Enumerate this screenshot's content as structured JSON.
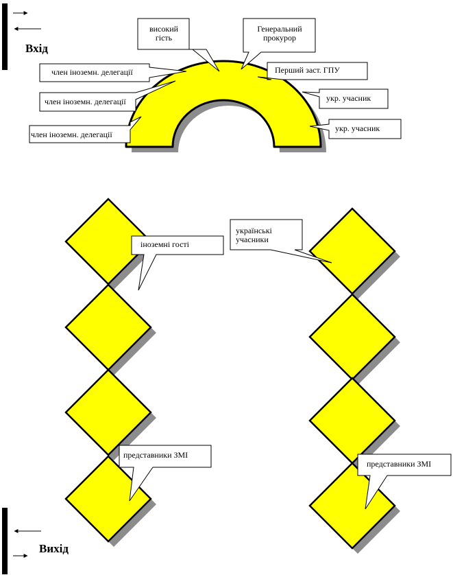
{
  "entrance": {
    "label": "Вхід"
  },
  "exit": {
    "label": "Вихід"
  },
  "callouts": {
    "high_guest": "високий гість",
    "prosecutor_general": "Генеральний прокурор",
    "first_deputy": "Перший заст. ГПУ",
    "foreign_delegate_1": "член іноземн. делегації",
    "foreign_delegate_2": "член іноземн. делегації",
    "foreign_delegate_3": "член іноземн. делегації",
    "ukr_participant_1": "укр. учасник",
    "ukr_participant_2": "укр. учасник",
    "foreign_guests": "іноземні гості",
    "ukrainian_participants": "українські учасники",
    "media_left": "представники ЗМІ",
    "media_right": "представники ЗМІ"
  },
  "colors": {
    "fill": "#ffff00",
    "shadow": "#8c8c8c",
    "stroke": "#000000"
  }
}
